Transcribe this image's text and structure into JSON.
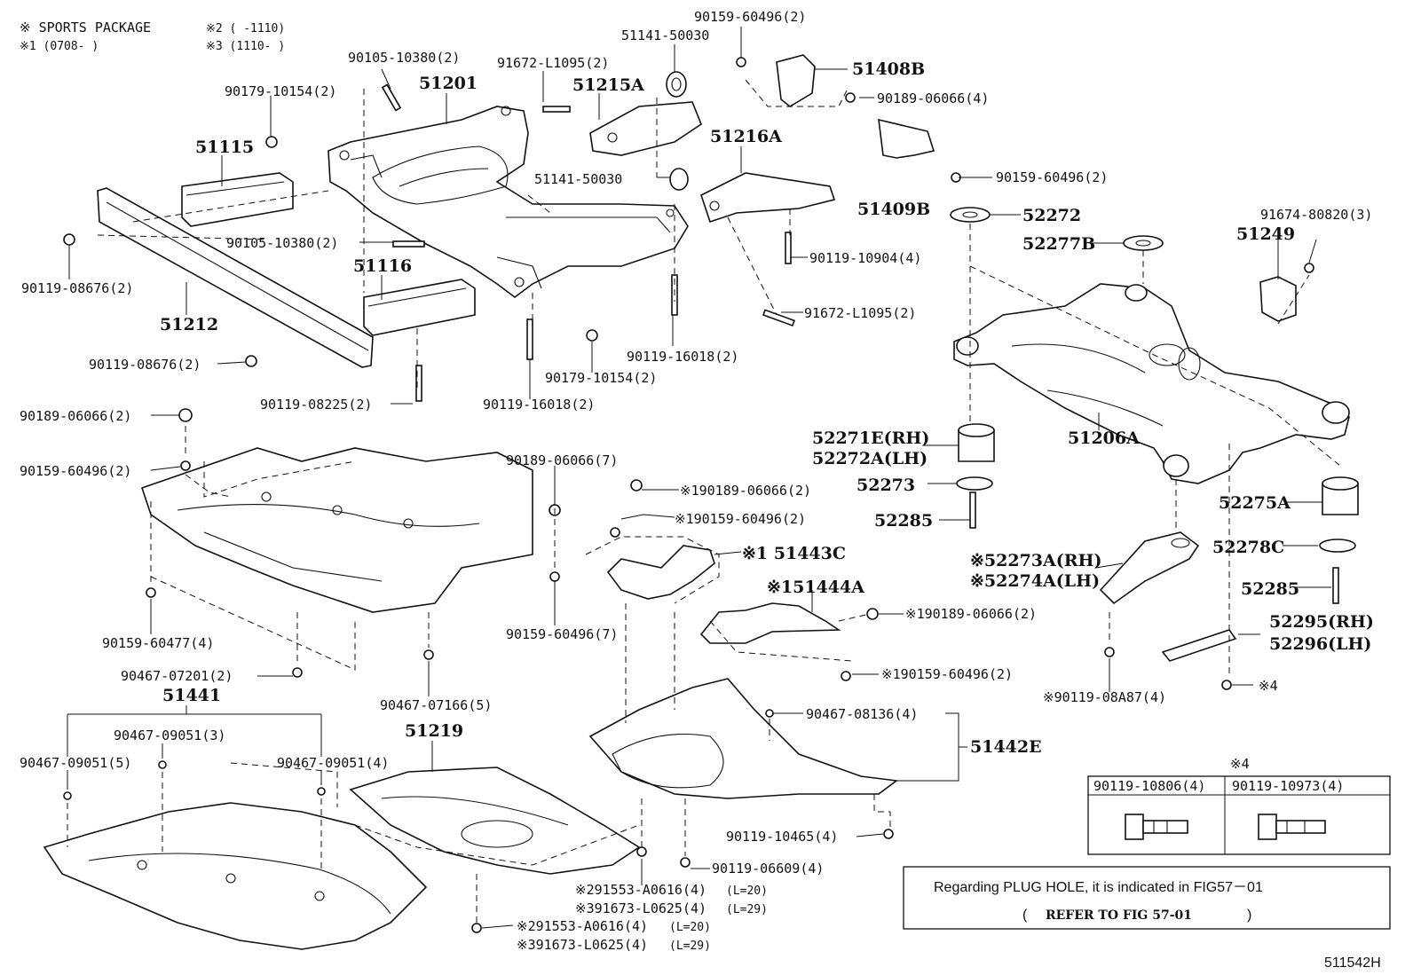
{
  "legend": {
    "sports_package": "※ SPORTS PACKAGE",
    "note1": "※1 (0708-     )",
    "note2": "※2 (   -1110)",
    "note3": "※3 (1110-    )"
  },
  "parts": {
    "p90105_10380_top": "90105-10380(2)",
    "p90179_10154_top": "90179-10154(2)",
    "p51201": "51201",
    "p91672_L1095_top": "91672-L1095(2)",
    "p51215A": "51215A",
    "p51141_50030_top": "51141-50030",
    "p90159_60496_top": "90159-60496(2)",
    "p51408B": "51408B",
    "p90189_06066_4": "90189-06066(4)",
    "p51115": "51115",
    "p51216A": "51216A",
    "p51141_50030_mid": "51141-50030",
    "p51409B": "51409B",
    "p90159_60496_51409": "90159-60496(2)",
    "p52272_top": "52272",
    "p91674_80820": "91674-80820(3)",
    "p52277B": "52277B",
    "p51249": "51249",
    "p90105_10380_mid": "90105-10380(2)",
    "p90119_10904": "90119-10904(4)",
    "p90119_08676_left": "90119-08676(2)",
    "p51116": "51116",
    "p91672_L1095_mid": "91672-L1095(2)",
    "p51212": "51212",
    "p90119_08676_bot": "90119-08676(2)",
    "p90119_16018_right": "90119-16018(2)",
    "p90179_10154_bot": "90179-10154(2)",
    "p90119_08225": "90119-08225(2)",
    "p90119_16018_bot": "90119-16018(2)",
    "p90189_06066_2": "90189-06066(2)",
    "p51206A": "51206A",
    "p52271E": "52271E(RH)",
    "p52272A": "52272A(LH)",
    "p90159_60496_left": "90159-60496(2)",
    "p90189_06066_7": "90189-06066(7)",
    "p52273": "52273",
    "p52285_top": "52285",
    "p52275A": "52275A",
    "s1_90189_06066": "※190189-06066(2)",
    "s1_90159_60496": "※190159-60496(2)",
    "s1_51443C": "※1 51443C",
    "s52273A": "※52273A(RH)",
    "s52274A": "※52274A(LH)",
    "p52278C": "52278C",
    "s1_51444A": "※151444A",
    "p52285_bot": "52285",
    "s1_90189_06066_b": "※190189-06066(2)",
    "p52295": "52295(RH)",
    "p52296": "52296(LH)",
    "p90159_60477": "90159-60477(4)",
    "p90159_60496_7": "90159-60496(7)",
    "s1_90159_60496_b": "※190159-60496(2)",
    "p90467_07201": "90467-07201(2)",
    "s90119_08A87": "※90119-08A87(4)",
    "s4": "※4",
    "p51441": "51441",
    "p90467_07166": "90467-07166(5)",
    "p90467_08136": "90467-08136(4)",
    "p51219": "51219",
    "p90467_09051_3": "90467-09051(3)",
    "p51442E": "51442E",
    "p90467_09051_5": "90467-09051(5)",
    "p90467_09051_4": "90467-09051(4)",
    "p90119_10465": "90119-10465(4)",
    "p90119_06609": "90119-06609(4)",
    "s2_91553_a": "※291553-A0616(4)",
    "l20_a": "(L=20)",
    "s3_91673_a": "※391673-L0625(4)",
    "l29_a": "(L=29)",
    "s2_91553_b": "※291553-A0616(4)",
    "l20_b": "(L=20)",
    "s3_91673_b": "※391673-L0625(4)",
    "l29_b": "(L=29)"
  },
  "note4_table": {
    "title": "※4",
    "col1": "90119-10806(4)",
    "col2": "90119-10973(4)"
  },
  "info_box": {
    "line1": "Regarding  PLUG HOLE,  it is  indicated  in  FIG57－01",
    "line2_open": "(",
    "line2_text": "REFER TO FIG 57-01",
    "line2_close": ")"
  },
  "figure_code": "511542H"
}
